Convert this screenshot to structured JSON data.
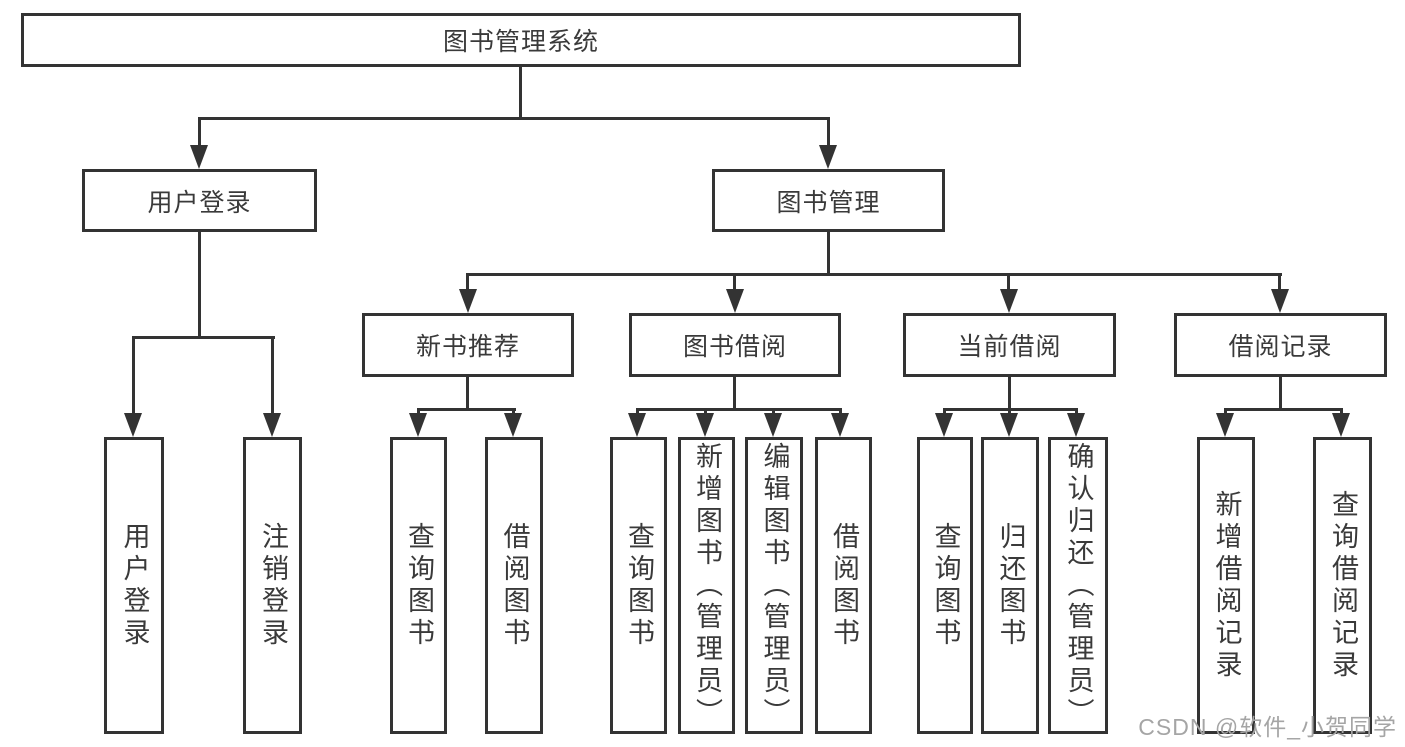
{
  "diagram": {
    "root": "图书管理系统",
    "level2": {
      "user_login": "用户登录",
      "book_management": "图书管理"
    },
    "level3": {
      "new_book_recommend": "新书推荐",
      "book_borrow": "图书借阅",
      "current_borrow": "当前借阅",
      "borrow_records": "借阅记录"
    },
    "leaves": {
      "user_login": "用户登录",
      "logout": "注销登录",
      "nb_query_books": "查询图书",
      "nb_borrow_books": "借阅图书",
      "bb_query_books": "查询图书",
      "bb_add_books_admin": "新增图书（管理员）",
      "bb_edit_books_admin": "编辑图书（管理员）",
      "bb_borrow_books": "借阅图书",
      "cb_query_books": "查询图书",
      "cb_return_books": "归还图书",
      "cb_confirm_return_admin": "确认归还（管理员）",
      "br_add_record": "新增借阅记录",
      "br_query_record": "查询借阅记录"
    }
  },
  "watermark": "CSDN @软件_小贺同学",
  "colors": {
    "line": "#333333",
    "text": "#3a3a3a",
    "box_background": "#ffffff",
    "page_background": "#ffffff",
    "watermark": "#a5a5a5"
  }
}
